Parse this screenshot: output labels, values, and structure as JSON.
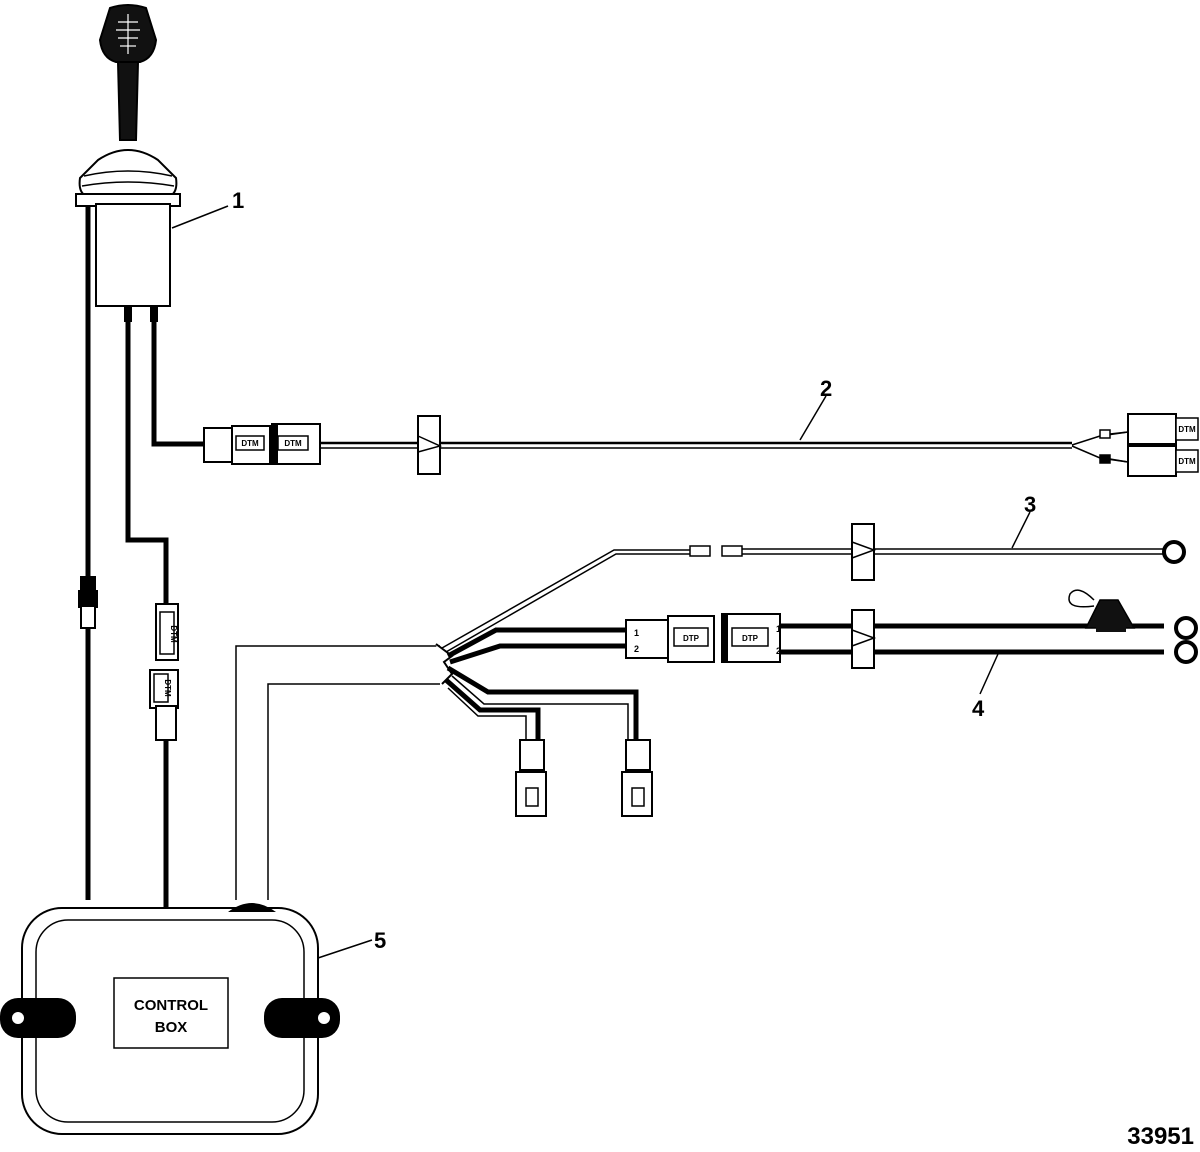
{
  "callouts": [
    "1",
    "2",
    "3",
    "4",
    "5"
  ],
  "control_box": {
    "line1": "CONTROL",
    "line2": "BOX"
  },
  "connector_codes": {
    "dtm": "DTM",
    "dtp": "DTP"
  },
  "pins": {
    "pin1": "1",
    "pin2": "2"
  },
  "figure_number": "33951"
}
